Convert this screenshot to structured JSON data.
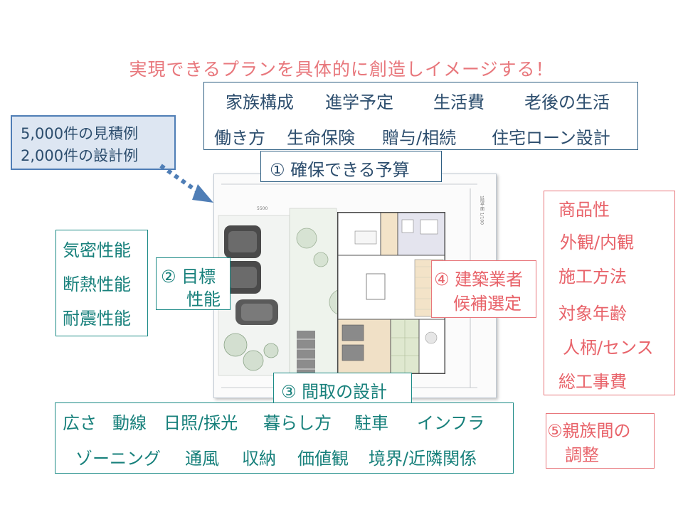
{
  "headline": "実現できるプランを具体的に創造しイメージする！",
  "family_box": {
    "row1": [
      "家族構成",
      "進学予定",
      "生活費",
      "老後の生活"
    ],
    "row2": [
      "働き方",
      "生命保険",
      "贈与/相続",
      "住宅ローン設計"
    ]
  },
  "estimate_callout": {
    "line1": "5,000件の見積例",
    "line2": "2,000件の設計例"
  },
  "budget_label": "① 確保できる予算",
  "performance_box": {
    "items": [
      "気密性能",
      "断熱性能",
      "耐震性能"
    ]
  },
  "target_label": {
    "line1": "② 目標",
    "line2": "性能"
  },
  "builder_label": {
    "line1": "④ 建築業者",
    "line2": "候補選定"
  },
  "product_box": {
    "items": [
      "商品性",
      "外観/内観",
      "施工方法",
      "対象年齢",
      "人柄/センス",
      "総工事費"
    ]
  },
  "layout_label": "③ 間取の設計",
  "design_box": {
    "row1": [
      "広さ",
      "動線",
      "日照/採光",
      "暮らし方",
      "駐車",
      "インフラ"
    ],
    "row2": [
      "ゾーニング",
      "通風",
      "収納",
      "価値観",
      "境界/近隣関係"
    ]
  },
  "family_adjust": {
    "line1": "⑤親族間の",
    "line2": "調整"
  },
  "plan_labels": {
    "scale": "1階平面 1/100",
    "dim_top": "5500"
  },
  "colors": {
    "pink": "#e8777c",
    "teal": "#1b8a86",
    "navy": "#2d5e82",
    "callout_fill": "#dde6f2",
    "callout_border": "#4f7eb6"
  }
}
